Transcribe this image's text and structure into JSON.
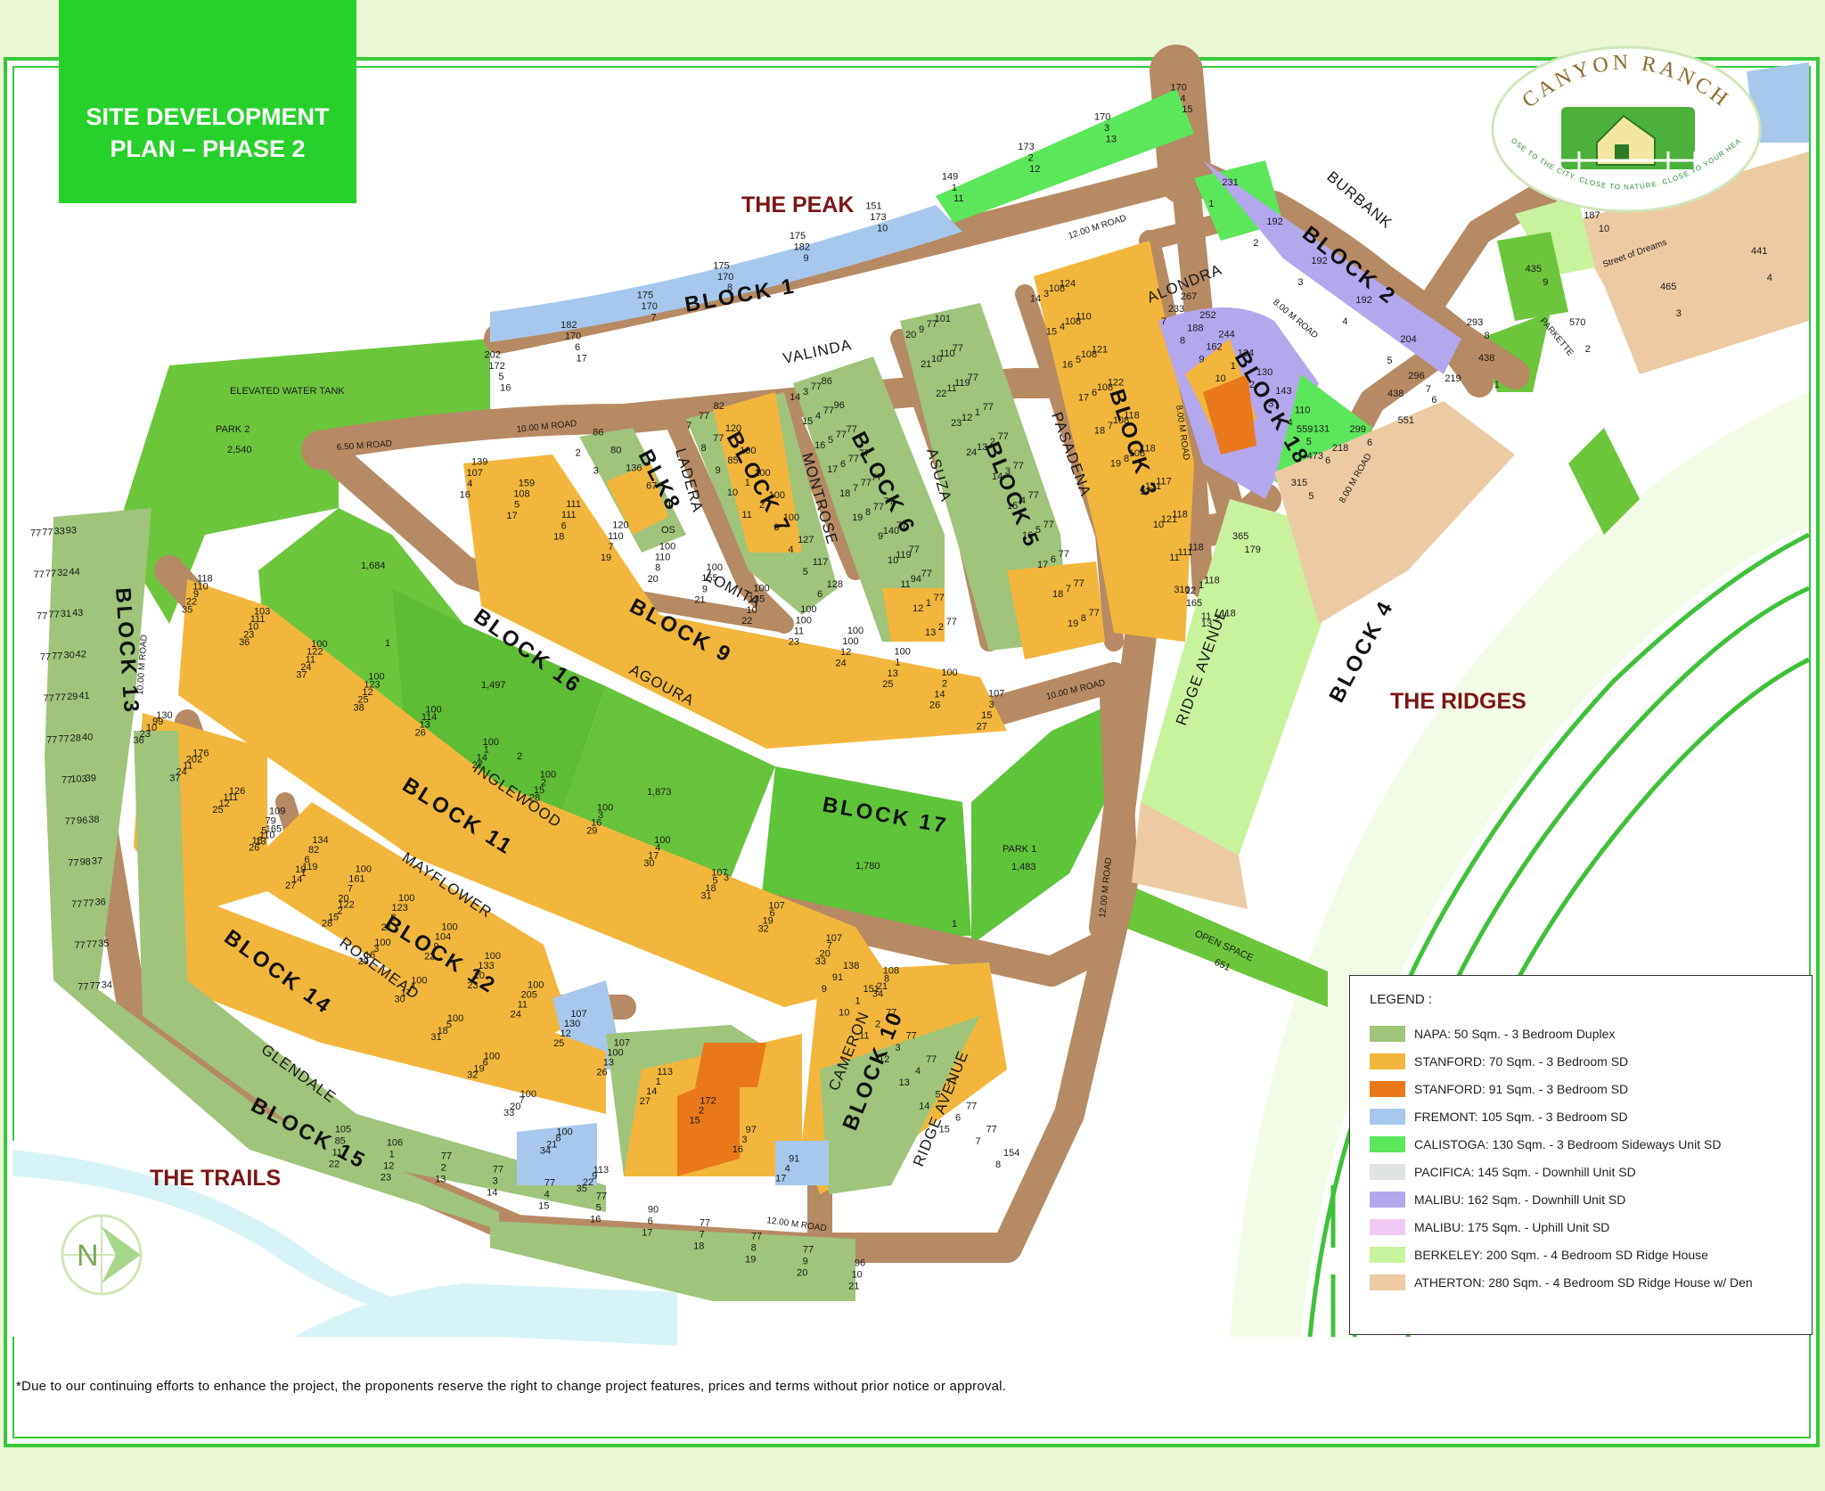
{
  "title": {
    "line1": "SITE DEVELOPMENT",
    "line2": "PLAN – PHASE 2"
  },
  "regions": {
    "peak": "THE PEAK",
    "ridges": "THE RIDGES",
    "trails": "THE TRAILS"
  },
  "logo": {
    "name": "CANYON RANCH",
    "tagline": "CLOSE TO THE CITY. CLOSE TO NATURE. CLOSE TO YOUR HEART"
  },
  "blocks": {
    "b1": "BLOCK 1",
    "b2": "BLOCK 2",
    "b3": "BLOCK 3",
    "b4": "BLOCK 4",
    "b5": "BLOCK 5",
    "b6": "BLOCK 6",
    "b7": "BLOCK 7",
    "b8": "BLK8",
    "b9": "BLOCK 9",
    "b10": "BLOCK 10",
    "b11": "BLOCK 11",
    "b12": "BLOCK 12",
    "b13": "BLOCK 13",
    "b14": "BLOCK 14",
    "b15": "BLOCK 15",
    "b16": "BLOCK 16",
    "b17": "BLOCK 17",
    "b18": "BLOCK 18"
  },
  "roads": {
    "valinda": "VALINDA",
    "burbank": "BURBANK",
    "alondra": "ALONDRA",
    "ladera": "LADERA",
    "montrose": "MONTROSE",
    "asuza": "ASUZA",
    "pasadena": "PASADENA",
    "lomita": "LOMITA",
    "agoura": "AGOURA",
    "inglewood": "INGLEWOOD",
    "mayflower": "MAYFLOWER",
    "rosemead": "ROSEMEAD",
    "glendale": "GLENDALE",
    "cameron": "CAMERON",
    "ridge_avenue": "RIDGE AVENUE",
    "ridge_avenue_2": "RIDGE AVENUE",
    "street_of_dreams": "Street of Dreams",
    "parkette": "PARKETTE",
    "r_650": "6.50 M ROAD",
    "r_10a": "10.00 M ROAD",
    "r_10b": "10.00 M ROAD",
    "r_10c": "10.00 M ROAD",
    "r_12a": "12.00 M ROAD",
    "r_12b": "12.00 M ROAD",
    "r_12c": "12.00 M ROAD",
    "r_8a": "8.00 M ROAD",
    "r_8b": "8.00 M ROAD",
    "r_8c": "8.00 M ROAD"
  },
  "areas": {
    "tank": "ELEVATED WATER TANK",
    "park2": "PARK 2",
    "park2_size": "2,540",
    "park1": "PARK 1",
    "park1_size": "1,483",
    "open_space": "OPEN SPACE",
    "open_space_size": "651",
    "os": "OS",
    "b16_a": "1,684",
    "b16_b": "1,497",
    "b16_c": "1,873",
    "b17_a": "1,780",
    "n1": "1",
    "n2": "2",
    "n3": "3",
    "n1b": "1"
  },
  "lots": {
    "b1": [
      "202",
      "182",
      "175",
      "175",
      "175",
      "151",
      "149",
      "173",
      "170",
      "170",
      "172",
      "170",
      "170",
      "170",
      "182",
      "173",
      "1",
      "2",
      "3",
      "4",
      "5",
      "6",
      "7",
      "8",
      "9",
      "10",
      "11",
      "12",
      "13",
      "15",
      "16",
      "17"
    ],
    "b2": [
      "231",
      "192",
      "192",
      "192",
      "204",
      "219",
      "1",
      "2",
      "3",
      "4",
      "5",
      "6"
    ],
    "b3": [
      "124",
      "110",
      "121",
      "122",
      "118",
      "118",
      "117",
      "118",
      "118",
      "118",
      "118",
      "108",
      "108",
      "108",
      "108",
      "108",
      "108",
      "131",
      "121",
      "111",
      "1",
      "2",
      "3",
      "4",
      "5",
      "6",
      "7",
      "8",
      "9",
      "10",
      "11",
      "12",
      "13",
      "14",
      "15",
      "16",
      "17",
      "18",
      "19"
    ],
    "b4": [
      "559",
      "438",
      "438",
      "570",
      "465",
      "441",
      "473",
      "551",
      "1",
      "2",
      "3",
      "4"
    ],
    "b5": [
      "101",
      "77",
      "77",
      "77",
      "77",
      "77",
      "77",
      "77",
      "77",
      "77",
      "77",
      "77",
      "110",
      "119",
      "1",
      "2",
      "3",
      "4",
      "5",
      "6",
      "7",
      "8",
      "9",
      "10",
      "11",
      "12",
      "13",
      "14",
      "15",
      "16",
      "17",
      "18",
      "19",
      "20",
      "21",
      "22",
      "23",
      "24"
    ],
    "b6": [
      "86",
      "96",
      "77",
      "77",
      "77",
      "77",
      "77",
      "77",
      "77",
      "77",
      "77",
      "77",
      "77",
      "77",
      "77",
      "77",
      "77",
      "140",
      "119",
      "94",
      "1",
      "2",
      "3",
      "4",
      "5",
      "6",
      "7",
      "8",
      "9",
      "10",
      "11",
      "12",
      "13",
      "14",
      "15",
      "16",
      "17",
      "18",
      "19"
    ],
    "b7": [
      "82",
      "120",
      "100",
      "100",
      "100",
      "100",
      "127",
      "117",
      "128",
      "77",
      "77",
      "85",
      "1",
      "2",
      "3",
      "4",
      "5",
      "6",
      "7",
      "8",
      "9",
      "10",
      "11"
    ],
    "b8": [
      "86",
      "80",
      "136",
      "67",
      "1",
      "2",
      "3"
    ],
    "b9": [
      "139",
      "159",
      "111",
      "120",
      "100",
      "100",
      "100",
      "100",
      "100",
      "100",
      "100",
      "107",
      "107",
      "108",
      "111",
      "110",
      "110",
      "155",
      "135",
      "100",
      "100",
      "1",
      "2",
      "3",
      "4",
      "5",
      "6",
      "7",
      "8",
      "9",
      "10",
      "11",
      "12",
      "13",
      "14",
      "15",
      "16",
      "17",
      "18",
      "19",
      "20",
      "21",
      "22",
      "23",
      "24",
      "25",
      "26",
      "27"
    ],
    "b10": [
      "138",
      "151",
      "77",
      "77",
      "77",
      "77",
      "77",
      "77",
      "154",
      "91",
      "1",
      "2",
      "3",
      "4",
      "5",
      "6",
      "7",
      "8",
      "9",
      "10",
      "11",
      "12",
      "13",
      "14",
      "15"
    ],
    "b11": [
      "118",
      "103",
      "100",
      "100",
      "100",
      "100",
      "100",
      "100",
      "100",
      "107",
      "107",
      "107",
      "108",
      "110",
      "111",
      "122",
      "123",
      "114",
      "1",
      "2",
      "3",
      "4",
      "5",
      "6",
      "7",
      "8",
      "9",
      "10",
      "11",
      "12",
      "13",
      "14",
      "15",
      "16",
      "17",
      "18",
      "19",
      "20",
      "21",
      "22",
      "23",
      "24",
      "25",
      "26",
      "27",
      "28",
      "29",
      "30",
      "31",
      "32",
      "33",
      "34",
      "35",
      "36",
      "37",
      "38"
    ],
    "b12": [
      "109",
      "134",
      "100",
      "100",
      "100",
      "100",
      "100",
      "107",
      "107",
      "113",
      "172",
      "97",
      "91",
      "79",
      "82",
      "161",
      "123",
      "104",
      "133",
      "205",
      "130",
      "100",
      "1",
      "2",
      "3",
      "4",
      "5",
      "6",
      "7",
      "8",
      "9",
      "10",
      "11",
      "12",
      "13",
      "14",
      "15",
      "16",
      "17",
      "18",
      "19",
      "20",
      "21",
      "22",
      "23",
      "24",
      "25",
      "26",
      "27"
    ],
    "b13": [
      "93",
      "44",
      "43",
      "42",
      "41",
      "40",
      "39",
      "38",
      "37",
      "36",
      "35",
      "34",
      "33",
      "32",
      "31",
      "30",
      "29",
      "28",
      "103",
      "96",
      "98",
      "77",
      "77",
      "77",
      "77",
      "77",
      "77",
      "77",
      "77",
      "77",
      "77",
      "77",
      "77",
      "77",
      "77",
      "77",
      "77",
      "77",
      "77",
      "77",
      "77",
      "77"
    ],
    "b14": [
      "130",
      "176",
      "126",
      "165",
      "119",
      "122",
      "100",
      "100",
      "100",
      "100",
      "100",
      "100",
      "113",
      "99",
      "202",
      "111",
      "110",
      "1",
      "2",
      "3",
      "4",
      "5",
      "6",
      "7",
      "8",
      "9",
      "10",
      "11",
      "12",
      "13",
      "14",
      "15",
      "16",
      "17",
      "18",
      "19",
      "20",
      "21",
      "22",
      "23",
      "24",
      "25",
      "26",
      "27",
      "28",
      "29",
      "30",
      "31",
      "32",
      "33",
      "34",
      "35",
      "36",
      "37"
    ],
    "b15": [
      "105",
      "106",
      "77",
      "77",
      "77",
      "77",
      "90",
      "77",
      "77",
      "77",
      "96",
      "85",
      "1",
      "2",
      "3",
      "4",
      "5",
      "6",
      "7",
      "8",
      "9",
      "10",
      "11",
      "12",
      "13",
      "14",
      "15",
      "16",
      "17",
      "18",
      "19",
      "20",
      "21",
      "22",
      "23"
    ],
    "b18": [
      "267",
      "252",
      "244",
      "124",
      "130",
      "143",
      "110",
      "131",
      "218",
      "233",
      "188",
      "162",
      "1",
      "2",
      "3",
      "4",
      "5",
      "6",
      "7",
      "8",
      "9",
      "10"
    ],
    "ridges_lots": [
      "310",
      "365",
      "315",
      "299",
      "296",
      "293",
      "435",
      "187",
      "165",
      "179",
      "5",
      "6",
      "7",
      "8",
      "9",
      "10",
      "11"
    ]
  },
  "legend": {
    "title": "LEGEND :",
    "items": [
      {
        "color": "#9fc47a",
        "label": "NAPA:  50 Sqm. - 3 Bedroom Duplex"
      },
      {
        "color": "#f2b63c",
        "label": "STANFORD:  70 Sqm. - 3 Bedroom SD"
      },
      {
        "color": "#e9781d",
        "label": "STANFORD:  91 Sqm. - 3 Bedroom SD"
      },
      {
        "color": "#a7c8ec",
        "label": "FREMONT:  105 Sqm. - 3 Bedroom SD"
      },
      {
        "color": "#5ce65a",
        "label": "CALISTOGA: 130 Sqm. - 3 Bedroom Sideways Unit SD"
      },
      {
        "color": "#dfe3e3",
        "label": "PACIFICA: 145 Sqm. - Downhill Unit SD"
      },
      {
        "color": "#b3a7ee",
        "label": "MALIBU: 162 Sqm. - Downhill Unit SD"
      },
      {
        "color": "#f0c9f2",
        "label": "MALIBU: 175 Sqm. - Uphill Unit SD"
      },
      {
        "color": "#c8f29b",
        "label": "BERKELEY:  200 Sqm. - 4 Bedroom SD Ridge House"
      },
      {
        "color": "#eccba3",
        "label": "ATHERTON:  280 Sqm. - 4 Bedroom SD Ridge House w/ Den"
      }
    ]
  },
  "disclaimer": "*Due to our continuing efforts to enhance the project, the proponents reserve the right to change project features, prices and terms without prior notice or approval.",
  "colors": {
    "road": "#b68a63",
    "park": "#6cc63c",
    "napa": "#9fc47a",
    "stanford": "#f2b63c",
    "stanford91": "#e9781d",
    "fremont": "#a7c8ec",
    "calistoga": "#5ce65a",
    "malibu": "#b3a7ee",
    "berkeley": "#c8f29b",
    "atherton": "#eccba3",
    "water": "#d8f3f8",
    "ridge_ring": "#3fc13a"
  }
}
